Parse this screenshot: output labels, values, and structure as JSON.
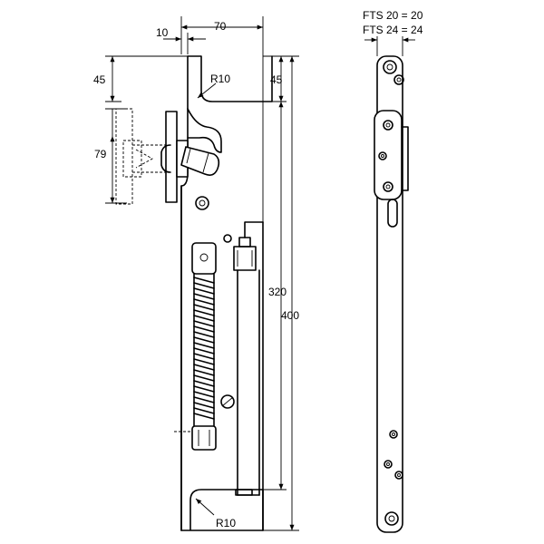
{
  "dimensions": {
    "width_top": "70",
    "offset_top": "10",
    "height_top": "45",
    "height_top_right": "45",
    "height_handle": "79",
    "radius_top": "R10",
    "radius_bottom": "R10",
    "height_inner": "320",
    "height_total": "400"
  },
  "side_view": {
    "fts_20": "FTS 20 = 20",
    "fts_24": "FTS 24 = 24"
  }
}
